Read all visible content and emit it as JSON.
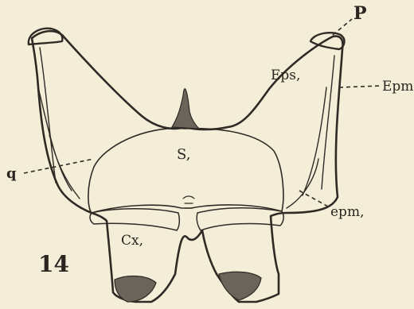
{
  "figure": {
    "number": "14",
    "labels": {
      "p": "P",
      "eps": "Eps,",
      "epm_upper": "Epm,",
      "q": "q",
      "s": "S,",
      "epm_lower": "epm,",
      "cx": "Cx,"
    }
  }
}
